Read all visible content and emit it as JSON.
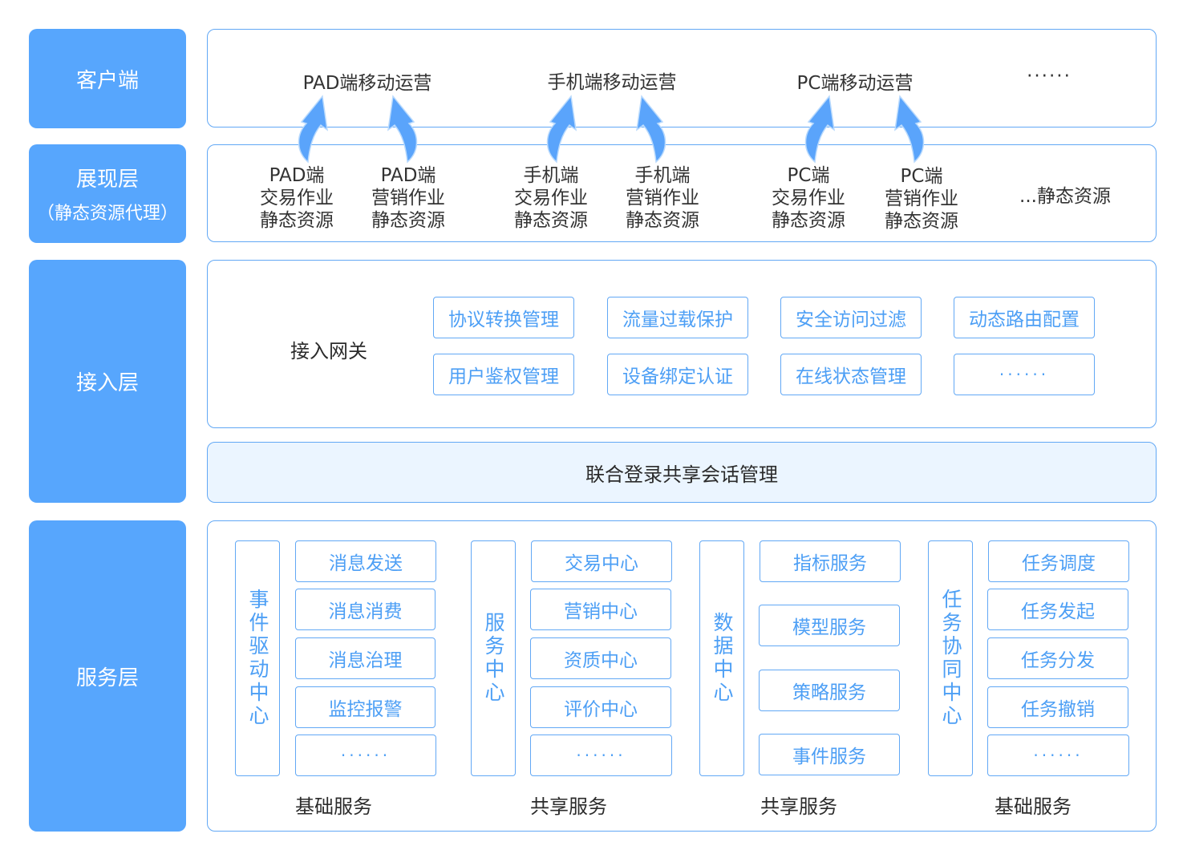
{
  "layers": {
    "client": {
      "label": "客户端"
    },
    "presentation": {
      "label": "展现层",
      "sublabel": "（静态资源代理）"
    },
    "access": {
      "label": "接入层"
    },
    "service": {
      "label": "服务层"
    }
  },
  "client_panel": {
    "items": [
      "PAD端移动运营",
      "手机端移动运营",
      "PC端移动运营",
      "······"
    ]
  },
  "presentation_panel": {
    "items": [
      {
        "line1": "PAD端",
        "line2": "交易作业",
        "line3": "静态资源"
      },
      {
        "line1": "PAD端",
        "line2": "营销作业",
        "line3": "静态资源"
      },
      {
        "line1": "手机端",
        "line2": "交易作业",
        "line3": "静态资源"
      },
      {
        "line1": "手机端",
        "line2": "营销作业",
        "line3": "静态资源"
      },
      {
        "line1": "PC端",
        "line2": "交易作业",
        "line3": "静态资源"
      },
      {
        "line1": "PC端",
        "line2": "营销作业",
        "line3": "静态资源"
      }
    ],
    "more": "...静态资源"
  },
  "access_panel": {
    "title": "接入网关",
    "chips": [
      "协议转换管理",
      "流量过载保护",
      "安全访问过滤",
      "动态路由配置",
      "用户鉴权管理",
      "设备绑定认证",
      "在线状态管理",
      "······"
    ]
  },
  "session_bar": {
    "label": "联合登录共享会话管理"
  },
  "service_panel": {
    "groups": [
      {
        "center": "事件驱动中心",
        "items": [
          "消息发送",
          "消息消费",
          "消息治理",
          "监控报警",
          "······"
        ],
        "caption": "基础服务"
      },
      {
        "center": "服务中心",
        "items": [
          "交易中心",
          "营销中心",
          "资质中心",
          "评价中心",
          "······"
        ],
        "caption": "共享服务"
      },
      {
        "center": "数据中心",
        "items": [
          "指标服务",
          "模型服务",
          "策略服务",
          "事件服务"
        ],
        "caption": "共享服务"
      },
      {
        "center": "任务协同中心",
        "items": [
          "任务调度",
          "任务发起",
          "任务分发",
          "任务撤销",
          "······"
        ],
        "caption": "基础服务"
      }
    ]
  },
  "colors": {
    "label_bg": "#57a6fd",
    "border": "#62a8f5",
    "chip_text": "#4d9ff5",
    "session_bg": "#ebf5ff",
    "arrow": "#5aa4fb"
  }
}
